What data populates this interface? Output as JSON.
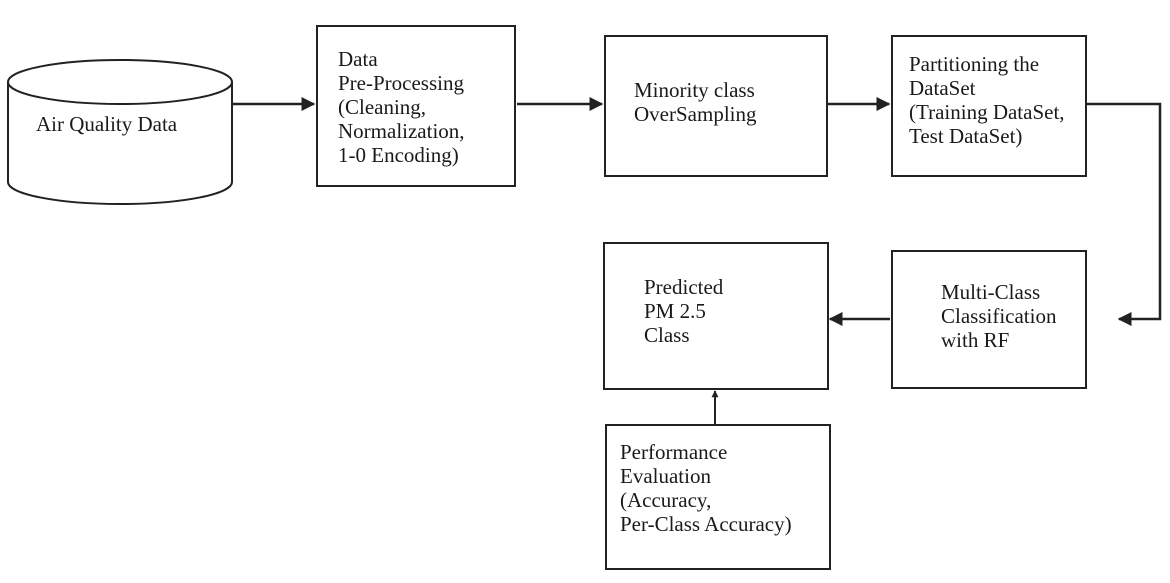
{
  "diagram": {
    "source": {
      "label": "Air Quality Data"
    },
    "steps": {
      "preprocessing": {
        "lines": [
          "Data",
          "Pre-Processing",
          "(Cleaning,",
          "Normalization,",
          "1-0 Encoding)"
        ]
      },
      "oversampling": {
        "lines": [
          "Minority class",
          "OverSampling"
        ]
      },
      "partitioning": {
        "lines": [
          "Partitioning the",
          "DataSet",
          "(Training DataSet,",
          "Test DataSet)"
        ]
      },
      "classification": {
        "lines": [
          "Multi-Class",
          "Classification",
          "with RF"
        ]
      },
      "prediction": {
        "lines": [
          "Predicted",
          "PM 2.5",
          "Class"
        ]
      },
      "evaluation": {
        "lines": [
          "Performance",
          "Evaluation",
          "(Accuracy,",
          "Per-Class Accuracy)"
        ]
      }
    },
    "colors": {
      "stroke": "#222222",
      "text": "#1a1a1a",
      "background": "#ffffff"
    }
  }
}
